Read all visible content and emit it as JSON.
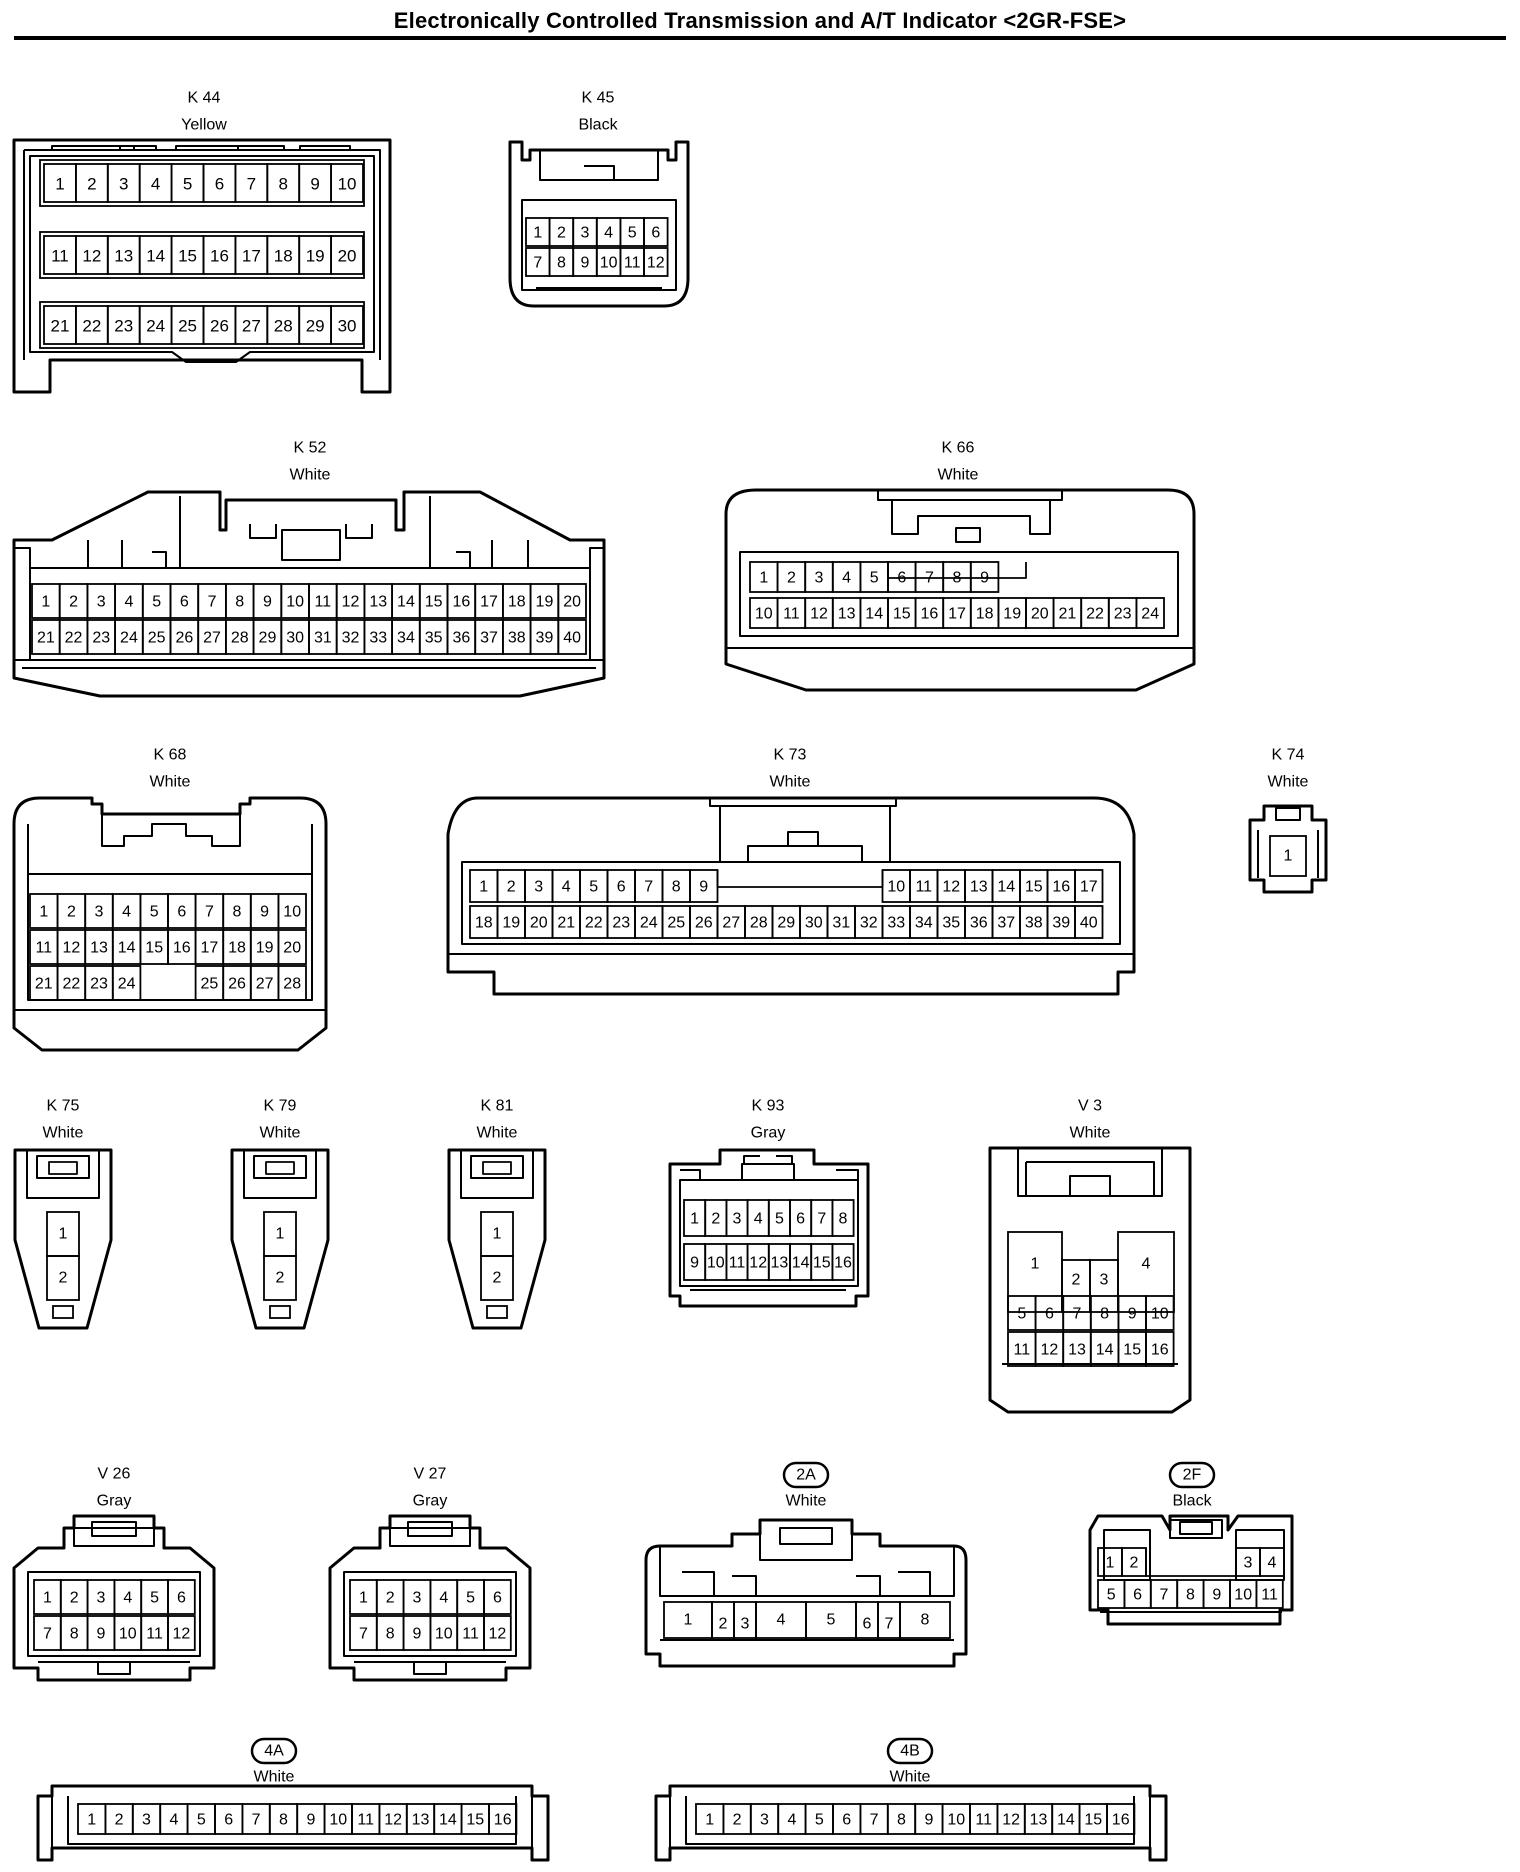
{
  "title": "Electronically Controlled Transmission and A/T Indicator <2GR-FSE>",
  "connectors": [
    {
      "id": "K44",
      "label": "K 44",
      "color": "Yellow",
      "badge": false
    },
    {
      "id": "K45",
      "label": "K 45",
      "color": "Black",
      "badge": false
    },
    {
      "id": "K52",
      "label": "K 52",
      "color": "White",
      "badge": false
    },
    {
      "id": "K66",
      "label": "K 66",
      "color": "White",
      "badge": false
    },
    {
      "id": "K68",
      "label": "K 68",
      "color": "White",
      "badge": false
    },
    {
      "id": "K73",
      "label": "K 73",
      "color": "White",
      "badge": false
    },
    {
      "id": "K74",
      "label": "K 74",
      "color": "White",
      "badge": false
    },
    {
      "id": "K75",
      "label": "K 75",
      "color": "White",
      "badge": false
    },
    {
      "id": "K79",
      "label": "K 79",
      "color": "White",
      "badge": false
    },
    {
      "id": "K81",
      "label": "K 81",
      "color": "White",
      "badge": false
    },
    {
      "id": "K93",
      "label": "K 93",
      "color": "Gray",
      "badge": false
    },
    {
      "id": "V3",
      "label": "V 3",
      "color": "White",
      "badge": false
    },
    {
      "id": "V26",
      "label": "V 26",
      "color": "Gray",
      "badge": false
    },
    {
      "id": "V27",
      "label": "V 27",
      "color": "Gray",
      "badge": false
    },
    {
      "id": "J2A",
      "label": "2A",
      "color": "White",
      "badge": true
    },
    {
      "id": "J2F",
      "label": "2F",
      "color": "Black",
      "badge": true
    },
    {
      "id": "J4A",
      "label": "4A",
      "color": "White",
      "badge": true
    },
    {
      "id": "J4B",
      "label": "4B",
      "color": "White",
      "badge": true
    }
  ],
  "pin_rows": {
    "K44": [
      [
        "1",
        "2",
        "3",
        "4",
        "5",
        "6",
        "7",
        "8",
        "9",
        "10"
      ],
      [
        "11",
        "12",
        "13",
        "14",
        "15",
        "16",
        "17",
        "18",
        "19",
        "20"
      ],
      [
        "21",
        "22",
        "23",
        "24",
        "25",
        "26",
        "27",
        "28",
        "29",
        "30"
      ]
    ],
    "K45": [
      [
        "1",
        "2",
        "3",
        "4",
        "5",
        "6"
      ],
      [
        "7",
        "8",
        "9",
        "10",
        "11",
        "12"
      ]
    ],
    "K52": [
      [
        "1",
        "2",
        "3",
        "4",
        "5",
        "6",
        "7",
        "8",
        "9",
        "10",
        "11",
        "12",
        "13",
        "14",
        "15",
        "16",
        "17",
        "18",
        "19",
        "20"
      ],
      [
        "21",
        "22",
        "23",
        "24",
        "25",
        "26",
        "27",
        "28",
        "29",
        "30",
        "31",
        "32",
        "33",
        "34",
        "35",
        "36",
        "37",
        "38",
        "39",
        "40"
      ]
    ],
    "K66": [
      [
        "1",
        "2",
        "3",
        "4",
        "5",
        "",
        "",
        "",
        "",
        "",
        "",
        "",
        "",
        "",
        "",
        "6",
        "7",
        "8",
        "9"
      ],
      [
        "10",
        "11",
        "12",
        "13",
        "14",
        "15",
        "16",
        "17",
        "18",
        "19",
        "20",
        "21",
        "22",
        "23",
        "24"
      ]
    ],
    "K68": [
      [
        "1",
        "2",
        "3",
        "4",
        "5",
        "6",
        "7",
        "8",
        "9",
        "10"
      ],
      [
        "11",
        "12",
        "13",
        "14",
        "15",
        "16",
        "17",
        "18",
        "19",
        "20"
      ],
      [
        "21",
        "22",
        "23",
        "24",
        "",
        "",
        "25",
        "26",
        "27",
        "28"
      ]
    ],
    "K73": [
      [
        "1",
        "2",
        "3",
        "4",
        "5",
        "6",
        "7",
        "8",
        "9",
        "",
        "",
        "",
        "",
        "",
        "",
        "",
        "10",
        "11",
        "12",
        "13",
        "14",
        "15",
        "16",
        "17"
      ],
      [
        "18",
        "19",
        "20",
        "21",
        "22",
        "23",
        "24",
        "25",
        "26",
        "27",
        "28",
        "29",
        "30",
        "31",
        "32",
        "33",
        "34",
        "35",
        "36",
        "37",
        "38",
        "39",
        "40"
      ]
    ],
    "K93": [
      [
        "1",
        "2",
        "3",
        "4",
        "5",
        "6",
        "7",
        "8"
      ],
      [
        "9",
        "10",
        "11",
        "12",
        "13",
        "14",
        "15",
        "16"
      ]
    ],
    "V3": [
      [
        "5",
        "6",
        "7",
        "8",
        "9",
        "10"
      ],
      [
        "11",
        "12",
        "13",
        "14",
        "15",
        "16"
      ]
    ],
    "V26": [
      [
        "1",
        "2",
        "3",
        "4",
        "5",
        "6"
      ],
      [
        "7",
        "8",
        "9",
        "10",
        "11",
        "12"
      ]
    ],
    "V27": [
      [
        "1",
        "2",
        "3",
        "4",
        "5",
        "6"
      ],
      [
        "7",
        "8",
        "9",
        "10",
        "11",
        "12"
      ]
    ],
    "J2F": [
      [
        "1",
        "2",
        "3",
        "4"
      ],
      [
        "5",
        "6",
        "7",
        "8",
        "9",
        "10",
        "11"
      ]
    ],
    "J4A": [
      [
        "1",
        "2",
        "3",
        "4",
        "5",
        "6",
        "7",
        "8",
        "9",
        "10",
        "11",
        "12",
        "13",
        "14",
        "15",
        "16"
      ]
    ],
    "J4B": [
      [
        "1",
        "2",
        "3",
        "4",
        "5",
        "6",
        "7",
        "8",
        "9",
        "10",
        "11",
        "12",
        "13",
        "14",
        "15",
        "16"
      ]
    ]
  },
  "single_pins": {
    "K74": [
      "1"
    ],
    "K75": [
      "1",
      "2"
    ],
    "K79": [
      "1",
      "2"
    ],
    "K81": [
      "1",
      "2"
    ],
    "V3_top": [
      "1",
      "2",
      "3",
      "4"
    ],
    "J2A": [
      "1",
      "2",
      "3",
      "4",
      "5",
      "6",
      "7",
      "8"
    ]
  }
}
